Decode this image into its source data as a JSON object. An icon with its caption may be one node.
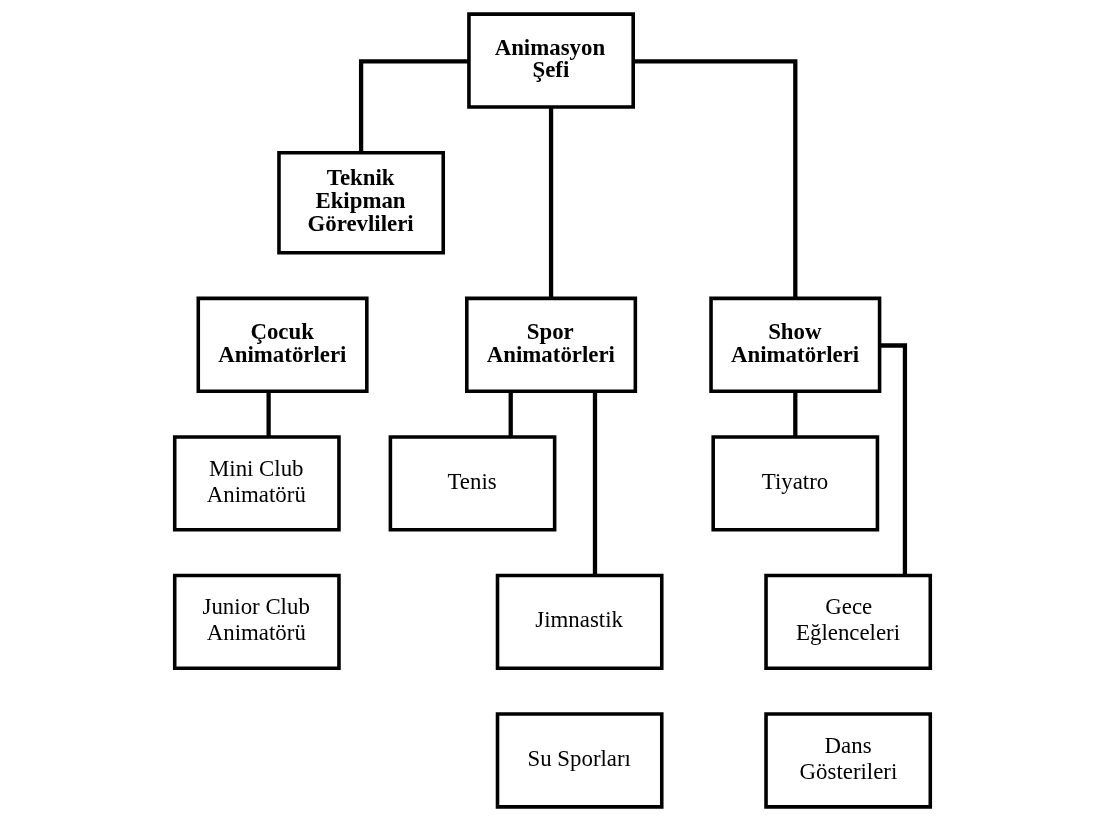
{
  "diagram": {
    "nodes": [
      {
        "text": [
          "Animasyon Şefi"
        ]
      },
      {
        "text": [
          "Teknik Ekipman Görevlileri"
        ]
      },
      {
        "text": [
          "Çocuk Animatörleri"
        ]
      },
      {
        "text": [
          "Spor Animatörleri"
        ]
      },
      {
        "text": [
          "Show Animatörleri"
        ]
      },
      {
        "text": [
          "Mini Club Animatörü"
        ]
      },
      {
        "text": [
          "Junior Club Animatörü"
        ]
      },
      {
        "text": [
          "Tenis"
        ]
      },
      {
        "text": [
          "Jimnastik"
        ]
      },
      {
        "text": [
          "Su Sporları"
        ]
      },
      {
        "text": [
          "Tiyatro"
        ]
      },
      {
        "text": [
          "Gece Eğlenceleri"
        ]
      },
      {
        "text": [
          "Dans Gösterileri"
        ]
      }
    ],
    "edges": [
      {
        "from": 0,
        "to": 1,
        "arrow": "none"
      },
      {
        "from": 0,
        "to": 3,
        "arrow": "none"
      },
      {
        "from": 0,
        "to": 4,
        "arrow": "none"
      },
      {
        "from": 2,
        "to": 5,
        "arrow": "none"
      },
      {
        "from": 3,
        "to": 7,
        "arrow": "none"
      },
      {
        "from": 3,
        "to": 8,
        "arrow": "none"
      },
      {
        "from": 4,
        "to": 10,
        "arrow": "none"
      },
      {
        "from": 4,
        "to": 11,
        "arrow": "none"
      }
    ]
  }
}
